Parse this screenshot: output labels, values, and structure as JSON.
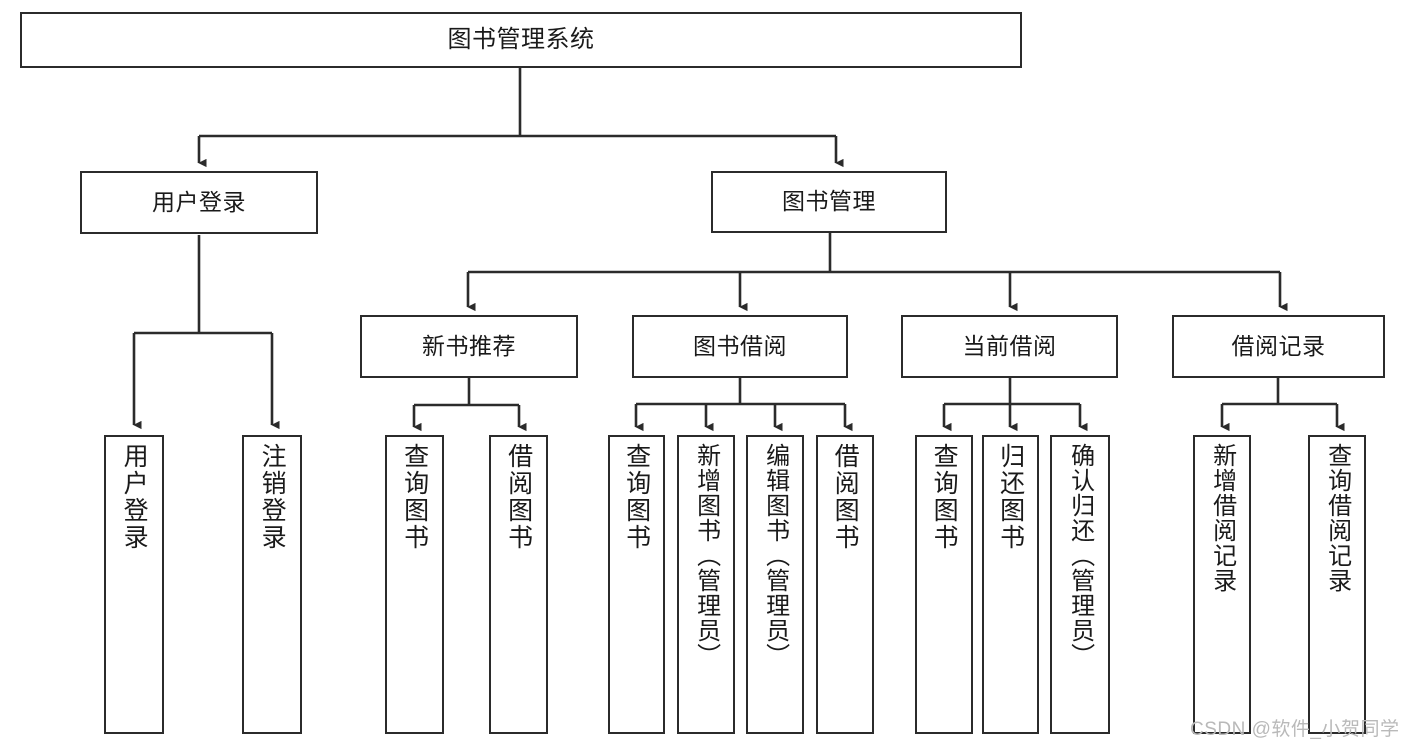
{
  "diagram": {
    "title": "图书管理系统",
    "type": "tree-hierarchy",
    "stroke_color": "#2b2b2b",
    "fill_color": "#ffffff",
    "text_color": "#1a1a1a"
  },
  "nodes": {
    "root": {
      "label": "图书管理系统"
    },
    "level2": [
      {
        "label": "用户登录"
      },
      {
        "label": "图书管理"
      }
    ],
    "level3": [
      {
        "label": "新书推荐"
      },
      {
        "label": "图书借阅"
      },
      {
        "label": "当前借阅"
      },
      {
        "label": "借阅记录"
      }
    ],
    "leaves": {
      "user_login": [
        {
          "label": "用户登录"
        },
        {
          "label": "注销登录"
        }
      ],
      "new_book_recommend": [
        {
          "label": "查询图书"
        },
        {
          "label": "借阅图书"
        }
      ],
      "book_borrow": [
        {
          "label": "查询图书"
        },
        {
          "label": "新增图书（管理员）"
        },
        {
          "label": "编辑图书（管理员）"
        },
        {
          "label": "借阅图书"
        }
      ],
      "current_borrow": [
        {
          "label": "查询图书"
        },
        {
          "label": "归还图书"
        },
        {
          "label": "确认归还（管理员）"
        }
      ],
      "borrow_record": [
        {
          "label": "新增借阅记录"
        },
        {
          "label": "查询借阅记录"
        }
      ]
    }
  },
  "watermark": {
    "text": "CSDN @软件_小贺同学"
  }
}
